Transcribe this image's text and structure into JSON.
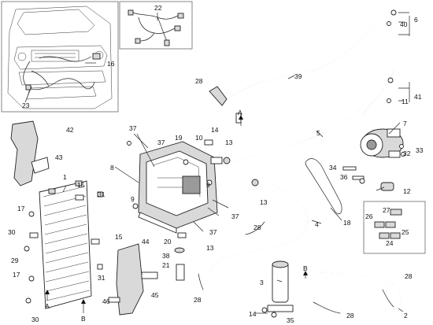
{
  "callouts": {
    "c1": "1",
    "c2": "2",
    "c3": "3",
    "c4": "4",
    "c5": "5",
    "c6": "6",
    "c7": "7",
    "c8": "8",
    "c9": "9",
    "c10": "10",
    "c11": "11",
    "c12": "12",
    "c13a": "13",
    "c13b": "13",
    "c13c": "13",
    "c14a": "14",
    "c14b": "14",
    "c15a": "15",
    "c15b": "15",
    "c16": "16",
    "c17a": "17",
    "c17b": "17",
    "c18": "18",
    "c19": "19",
    "c20": "20",
    "c21": "21",
    "c22": "22",
    "c23": "23",
    "c24": "24",
    "c25": "25",
    "c26": "26",
    "c27": "27",
    "c28a": "28",
    "c28b": "28",
    "c28c": "28",
    "c28d": "28",
    "c28e": "28",
    "c29": "29",
    "c30a": "30",
    "c30b": "30",
    "c31a": "31",
    "c31b": "31",
    "c32": "32",
    "c33": "33",
    "c34": "34",
    "c35": "35",
    "c36": "36",
    "c37a": "37",
    "c37b": "37",
    "c37c": "37",
    "c37d": "37",
    "c38": "38",
    "c39": "39",
    "c40": "40",
    "c41": "41",
    "c42": "42",
    "c43": "43",
    "c44": "44",
    "c45": "45",
    "c46": "46",
    "lA1": "A",
    "lA2": "A",
    "lB1": "B",
    "lB2": "B"
  }
}
